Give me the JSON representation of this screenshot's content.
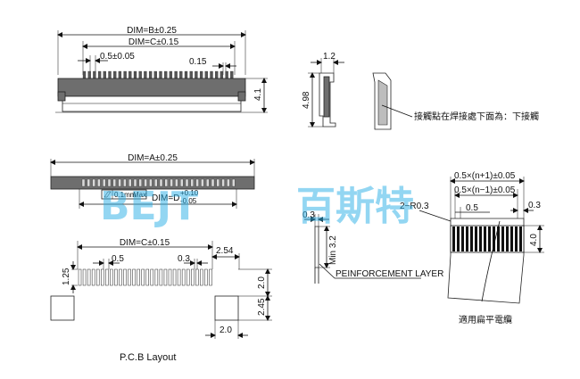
{
  "dimensions": {
    "dim_b": "DIM=B±0.25",
    "dim_c_top": "DIM=C±0.15",
    "pitch_top": "0.5±0.05",
    "pin_width_top": "0.15",
    "height_41": "4.1",
    "width_12": "1.2",
    "height_498": "4.98",
    "dim_a": "DIM=A±0.25",
    "dim_d": "DIM=D",
    "dim_d_tol_plus": "+0.10",
    "dim_d_tol_minus": "-0.05",
    "flatness": "0.1mm",
    "flatness_max": "Max",
    "dim_c_pcb": "DIM=C±0.15",
    "pcb_pitch": "0.5",
    "pcb_pad_width": "0.3",
    "pcb_254": "2.54",
    "pcb_125": "1.25",
    "pcb_20_right": "2.0",
    "pcb_245": "2.45",
    "pcb_20_bottom": "2.0",
    "fpc_total": "0.5×(n+1)±0.05",
    "fpc_inner": "0.5×(n−1)±0.05",
    "fpc_radius": "2−R0.3",
    "fpc_pitch": "0.5",
    "fpc_trace": "0.3",
    "fpc_height": "4.0",
    "stiff_03": "0.3",
    "stiff_min": "Min 3.2"
  },
  "labels": {
    "contact_note": "接觸點在焊接處下面為：下接觸",
    "reinforcement": "PEINFORCEMENT LAYER",
    "fpc_caption": "適用扁平電纜",
    "pcb_caption": "P.C.B Layout"
  },
  "watermark": {
    "latin": "BEJT",
    "cn": "百斯特",
    "color": "#29aee6"
  },
  "colors": {
    "line": "#111111",
    "body": "#6e6e6e",
    "pad": "#bdbdbd"
  }
}
